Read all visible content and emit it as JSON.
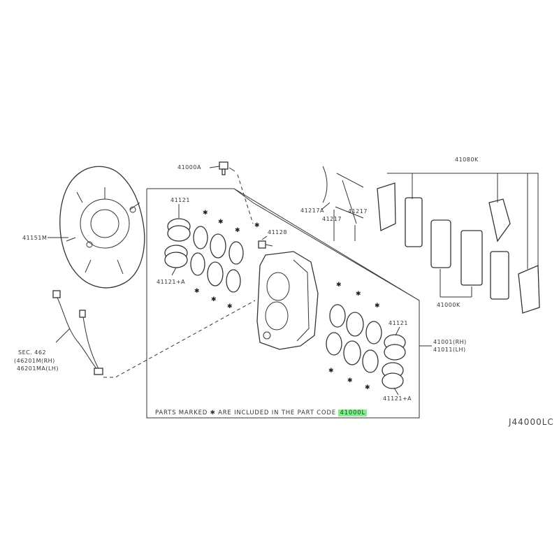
{
  "labels": {
    "p41000A": "41000A",
    "p41121_top": "41121",
    "p41121A_left": "41121+A",
    "p41128": "41128",
    "p41151M": "41151M",
    "p41217A": "41217A",
    "p41217_a": "41217",
    "p41217_b": "41217",
    "p41080K": "41080K",
    "p41000K": "41000K",
    "p41121_right": "41121",
    "p41121A_right": "41121+A",
    "p41001": "41001(RH)",
    "p41011": "41011(LH)",
    "sec_line1": "SEC. 462",
    "sec_line2": "(46201M(RH)",
    "sec_line3": "46201MA(LH)"
  },
  "note": {
    "prefix": "PARTS MARKED",
    "marker": "✱",
    "suffix": "ARE INCLUDED IN THE PART CODE",
    "highlighted_code": "41000L",
    "highlight_color": "#7ef08a"
  },
  "diagram_code": "J44000LC"
}
